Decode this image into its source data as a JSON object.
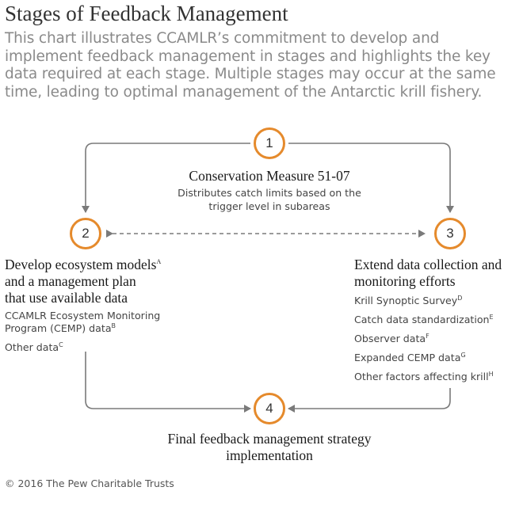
{
  "header": {
    "title": "Stages of Feedback Management",
    "subtitle": "This chart illustrates CCAMLR’s commitment to develop and implement feedback management in stages and highlights the key data required at each stage. Multiple stages may occur at the same time, leading to optimal management of the Antarctic krill fishery."
  },
  "stage1": {
    "number": "1",
    "heading": "Conservation Measure 51-07",
    "description_line1": "Distributes catch limits based on the",
    "description_line2": "trigger level in subareas"
  },
  "stage2": {
    "number": "2",
    "heading_line1": "Develop ecosystem models",
    "heading_sup": "A",
    "heading_line2": "and a management plan",
    "heading_line3": "that use available data",
    "items": [
      {
        "line1": "CCAMLR Ecosystem Monitoring",
        "line2": "Program (CEMP) data",
        "sup": "B"
      },
      {
        "line1": "Other data",
        "sup": "C"
      }
    ]
  },
  "stage3": {
    "number": "3",
    "heading_line1": "Extend data collection and",
    "heading_line2": "monitoring efforts",
    "items": [
      {
        "text": "Krill Synoptic Survey",
        "sup": "D"
      },
      {
        "text": "Catch data standardization",
        "sup": "E"
      },
      {
        "text": "Observer data",
        "sup": "F"
      },
      {
        "text": "Expanded CEMP data",
        "sup": "G"
      },
      {
        "text": "Other factors affecting krill",
        "sup": "H"
      }
    ]
  },
  "stage4": {
    "number": "4",
    "heading_line1": "Final feedback management strategy",
    "heading_line2": "implementation"
  },
  "footer": {
    "copyright": "© 2016 The Pew Charitable Trusts"
  },
  "colors": {
    "accent": "#e58a2c",
    "connector": "#7a7a7a",
    "subtitle": "#8a8a8a"
  }
}
